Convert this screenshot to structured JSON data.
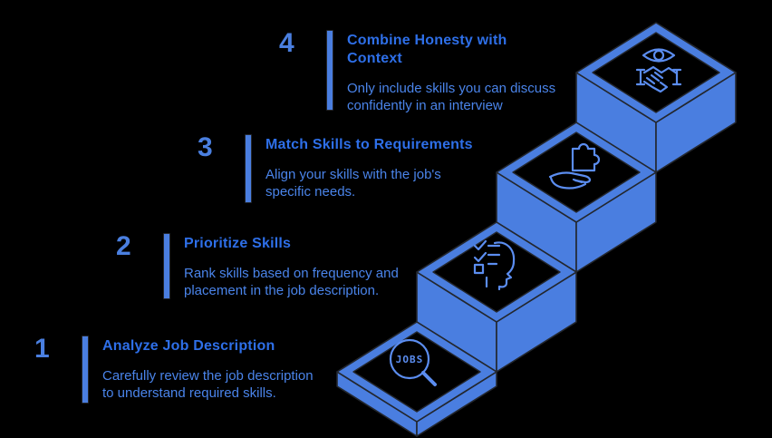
{
  "colors": {
    "background": "#000000",
    "face-blue": "#4a7ee0",
    "title-blue": "#2e6fe8",
    "desc-blue": "#4a84ea",
    "number-blue": "#4a7fe0",
    "outline-dark": "#23272e",
    "icon-blue": "#5b8df0"
  },
  "steps": [
    {
      "number": "1",
      "title": "Analyze Job Description",
      "description": "Carefully review the job description\nto understand required skills.",
      "icon": "jobs-magnifier"
    },
    {
      "number": "2",
      "title": "Prioritize Skills",
      "description": "Rank skills based on frequency and\nplacement in the job description.",
      "icon": "head-checklist"
    },
    {
      "number": "3",
      "title": "Match Skills to Requirements",
      "description": "Align your skills with the job's\nspecific needs.",
      "icon": "hand-puzzle"
    },
    {
      "number": "4",
      "title": "Combine Honesty with\nContext",
      "description": "Only include skills you can discuss\nconfidently in an interview",
      "icon": "handshake-eye"
    }
  ],
  "staircase": {
    "jobs_label": "JOBS"
  }
}
